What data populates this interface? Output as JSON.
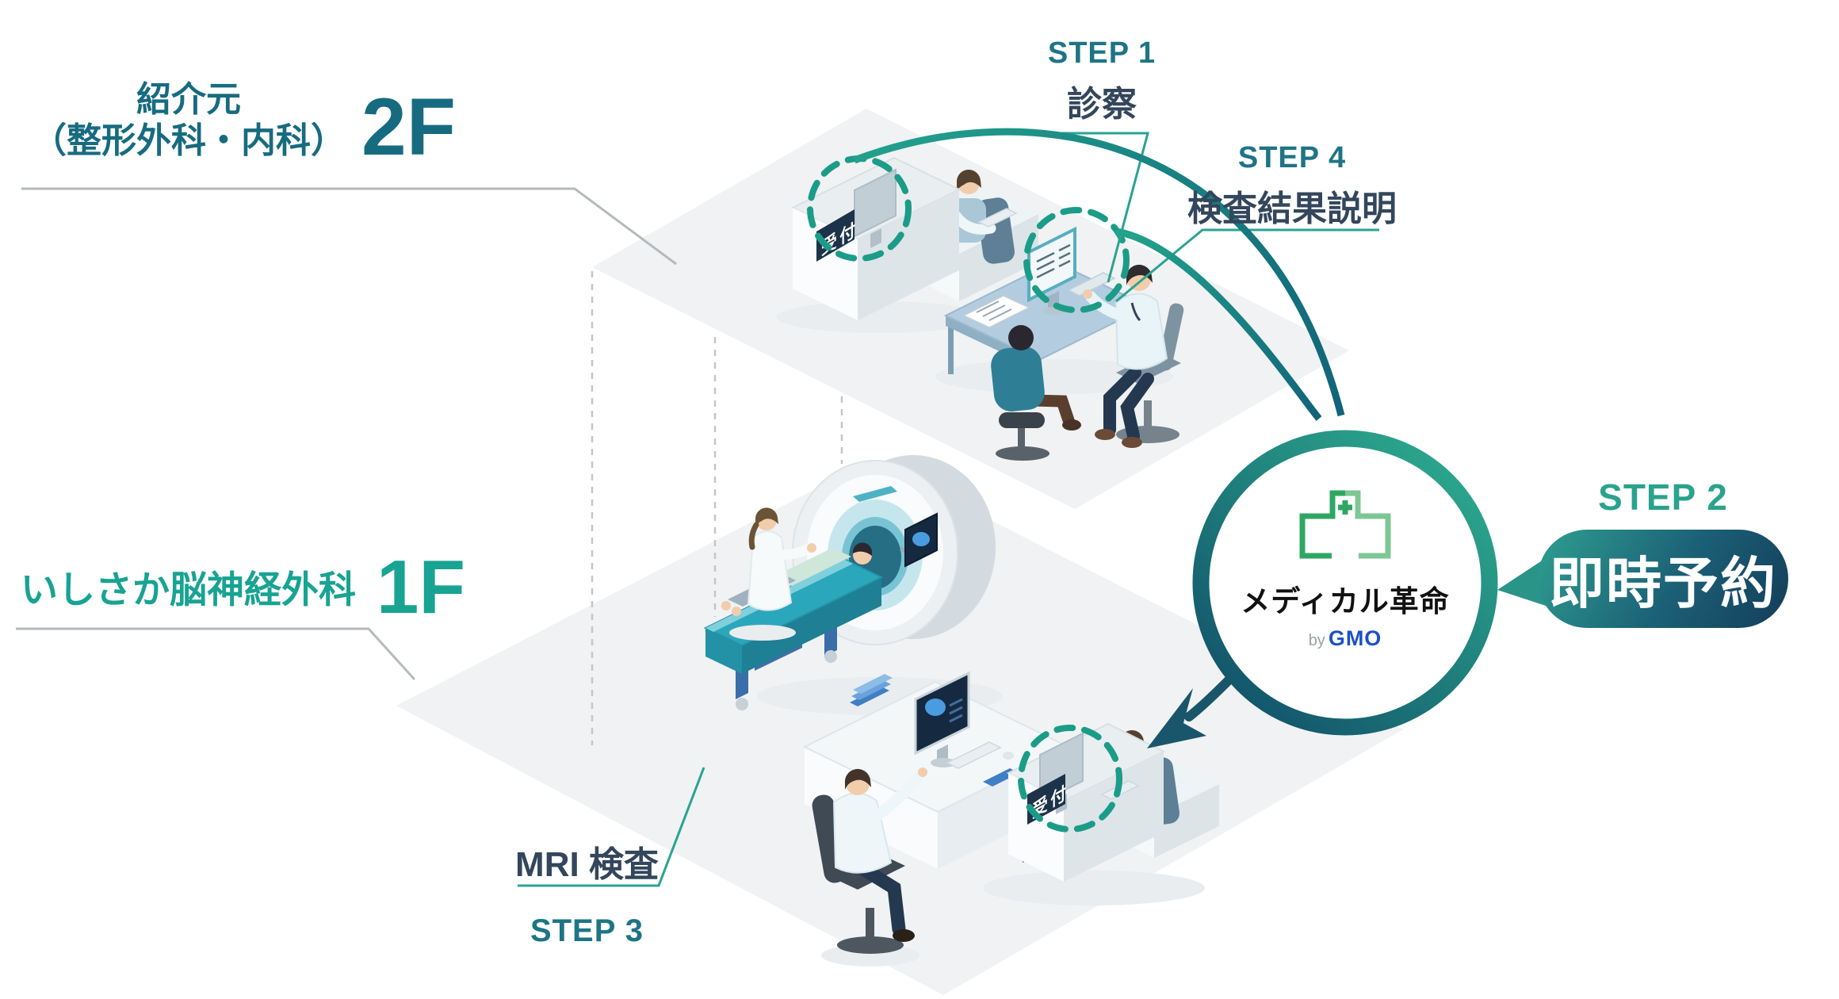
{
  "floor2": {
    "title_line1": "紹介元",
    "title_line2": "（整形外科・内科）",
    "floor_badge": "2F"
  },
  "floor1": {
    "clinic_name": "いしさか脳神経外科",
    "floor_badge": "1F"
  },
  "steps": {
    "step1": {
      "label": "STEP 1",
      "title": "診察"
    },
    "step2": {
      "label": "STEP 2",
      "bubble_text": "即時予約"
    },
    "step3": {
      "label": "STEP 3",
      "title": "MRI 検査"
    },
    "step4": {
      "label": "STEP 4",
      "title": "検査結果説明"
    }
  },
  "logo": {
    "product_name": "メディカル革命",
    "by_prefix": "by",
    "company": "GMO"
  },
  "reception_sign_text": "受付",
  "colors": {
    "accent_teal": "#1a9c89",
    "floor2_label": "#176b80",
    "floor1_label": "#18a392",
    "step_number": "#1e7486",
    "step_title": "#33465c",
    "step2_green": "#2aa38d",
    "bubble_gradient_start": "#2f9f90",
    "bubble_gradient_end": "#143d59",
    "ring_gradient_start": "#11506a",
    "ring_gradient_end": "#2dab8e",
    "arrow": "#19566b",
    "gmo_blue": "#1d50c8",
    "hospital_icon_green": "#2fa763",
    "hospital_icon_green_light": "#7cc795",
    "reception_sign_bg": "#1d3349",
    "floor_fill": "#f0f2f3"
  },
  "icons": {
    "hospital_icon": "clinic-building-outline-with-cross",
    "brain_scan_icon": "brain-scan-on-monitor",
    "highlight_circle": "dashed-ellipse-highlight"
  }
}
